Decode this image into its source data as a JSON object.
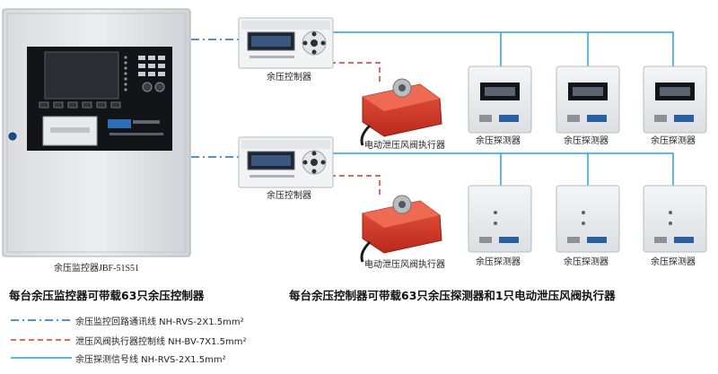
{
  "colors": {
    "monitor_bus": "#1f6fb8",
    "actuator_line": "#d43a2f",
    "detector_line": "#2aa3d6"
  },
  "monitor": {
    "label": "余压监控器JBF-51S51"
  },
  "controllers": {
    "label": "余压控制器"
  },
  "actuators": {
    "label": "电动泄压风阀执行器"
  },
  "detectors": {
    "label": "余压探测器"
  },
  "captions": {
    "left": "每台余压监控器可带载63只余压控制器",
    "right": "每台余压控制器可带载63只余压探测器和1只电动泄压风阀执行器"
  },
  "legend": [
    {
      "text": "余压监控回路通讯线 NH-RVS-2X1.5mm²",
      "style": "dash-dot",
      "color": "#1f6fb8"
    },
    {
      "text": "泄压风阀执行器控制线 NH-BV-7X1.5mm²",
      "style": "dashed",
      "color": "#d43a2f"
    },
    {
      "text": "余压探测信号线 NH-RVS-2X1.5mm²",
      "style": "solid",
      "color": "#2aa3d6"
    }
  ]
}
